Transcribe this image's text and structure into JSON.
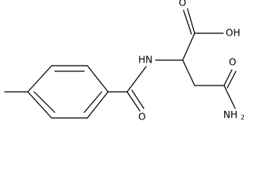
{
  "labels": {
    "oh": "OH",
    "o_acid": "O",
    "nh": "HN",
    "o_amide_left": "O",
    "o_amide_right": "O",
    "nh2_main": "NH",
    "nh2_sub": "2"
  },
  "colors": {
    "bond": "#000000",
    "text": "#000000",
    "background": "#ffffff"
  }
}
